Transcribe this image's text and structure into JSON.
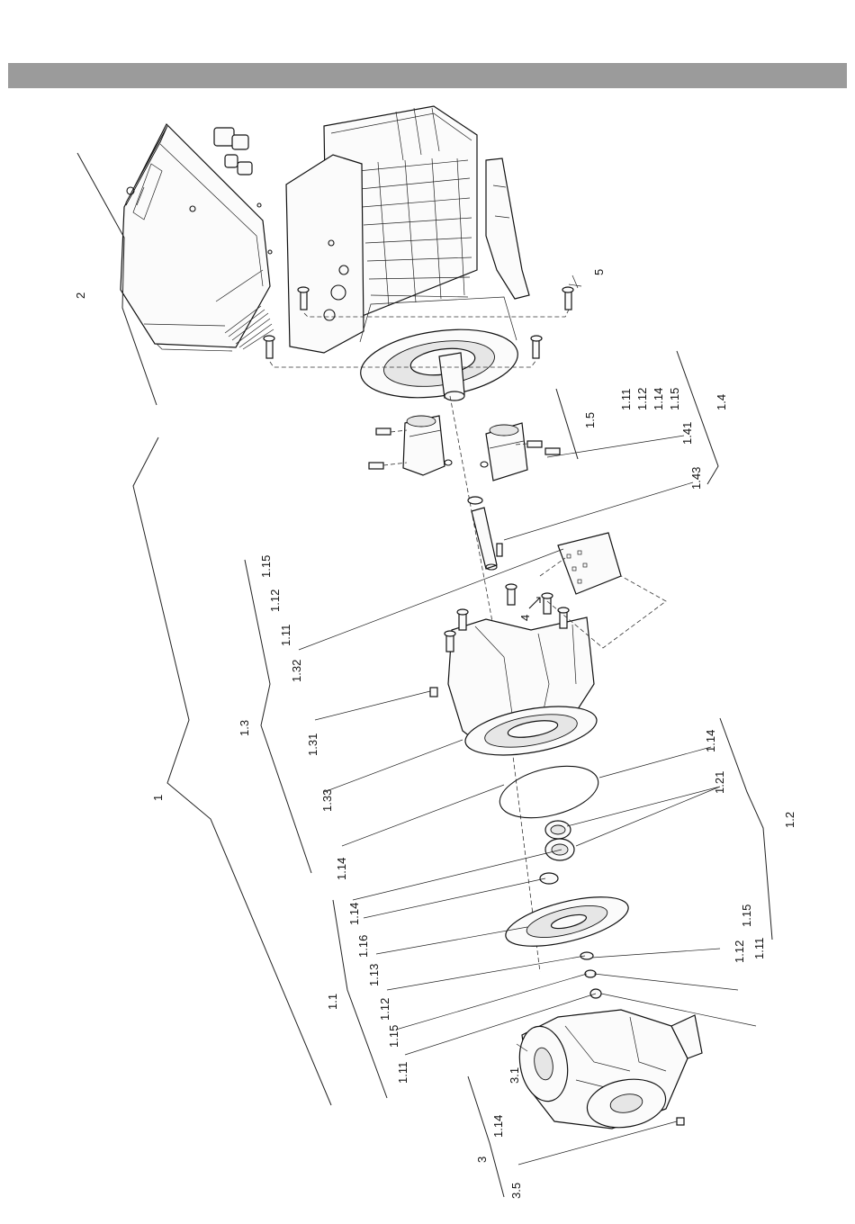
{
  "labels": {
    "l_2": "2",
    "l_5": "5",
    "l_1_5": "1.5",
    "l_1_4": "1.4",
    "l_stack_1_11": "1.11",
    "l_stack_1_12": "1.12",
    "l_stack_1_14": "1.14",
    "l_stack_1_15": "1.15",
    "l_1_41": "1.41",
    "l_1_43": "1.43",
    "l_1_15_top": "1.15",
    "l_1_12_top": "1.12",
    "l_1_11_top": "1.11",
    "l_1_32": "1.32",
    "l_4": "4",
    "l_1_3": "1.3",
    "l_1_31": "1.31",
    "l_1": "1",
    "l_1_33": "1.33",
    "l_1_14_right": "1.14",
    "l_1_21": "1.21",
    "l_1_2": "1.2",
    "l_1_14_a": "1.14",
    "l_1_14_b": "1.14",
    "l_1_16": "1.16",
    "l_1_13": "1.13",
    "l_1_12_right": "1.12",
    "l_1_15_right": "1.15",
    "l_1_11_right": "1.11",
    "l_1_1": "1.1",
    "l_1_12_bl": "1.12",
    "l_1_15_bl": "1.15",
    "l_1_11_bl": "1.11",
    "l_3_1": "3.1",
    "l_1_14_bot": "1.14",
    "l_3": "3",
    "l_3_5": "3.5"
  },
  "colors": {
    "header_bar": "#9b9b9b",
    "line": "#111111"
  }
}
